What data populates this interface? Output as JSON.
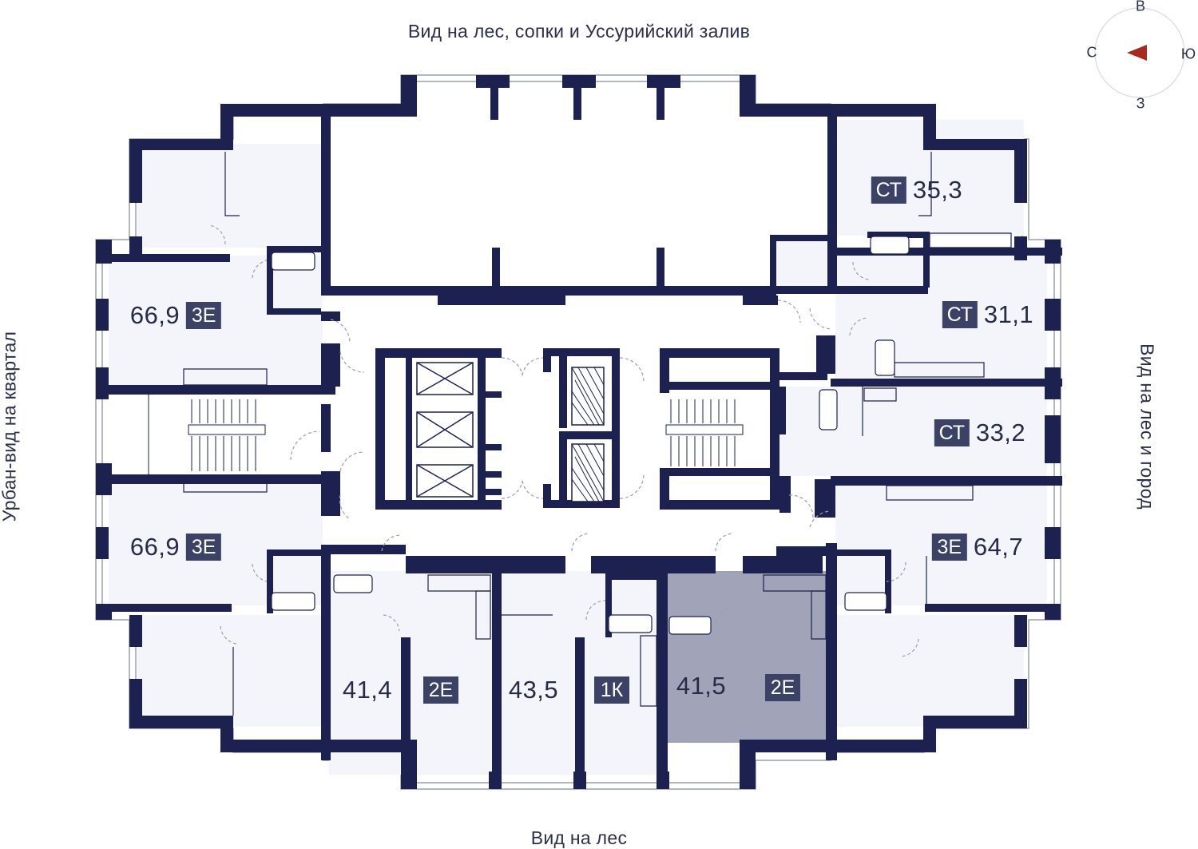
{
  "views": {
    "top": "Вид на лес, сопки и Уссурийский залив",
    "bottom": "Вид на лес",
    "left": "Урбан-вид на квартал",
    "right": "Вид на лес и город"
  },
  "compass": {
    "north": "С",
    "south": "Ю",
    "east": "В",
    "west": "З"
  },
  "units": [
    {
      "area": "35,3",
      "type": "СТ"
    },
    {
      "area": "31,1",
      "type": "СТ"
    },
    {
      "area": "33,2",
      "type": "СТ"
    },
    {
      "area": "64,7",
      "type": "3Е"
    },
    {
      "area": "66,9",
      "type": "3Е"
    },
    {
      "area": "66,9",
      "type": "3Е"
    },
    {
      "area": "41,4",
      "type": "2Е"
    },
    {
      "area": "43,5",
      "type": "1К"
    },
    {
      "area": "41,5",
      "type": "2Е",
      "selected": true
    }
  ],
  "colors": {
    "wall": "#1c2150",
    "room_fill": "#f4f5fa",
    "selected_fill": "#a1a4b9",
    "badge": "#3c4266",
    "compass_arrow": "#a82a1f"
  }
}
